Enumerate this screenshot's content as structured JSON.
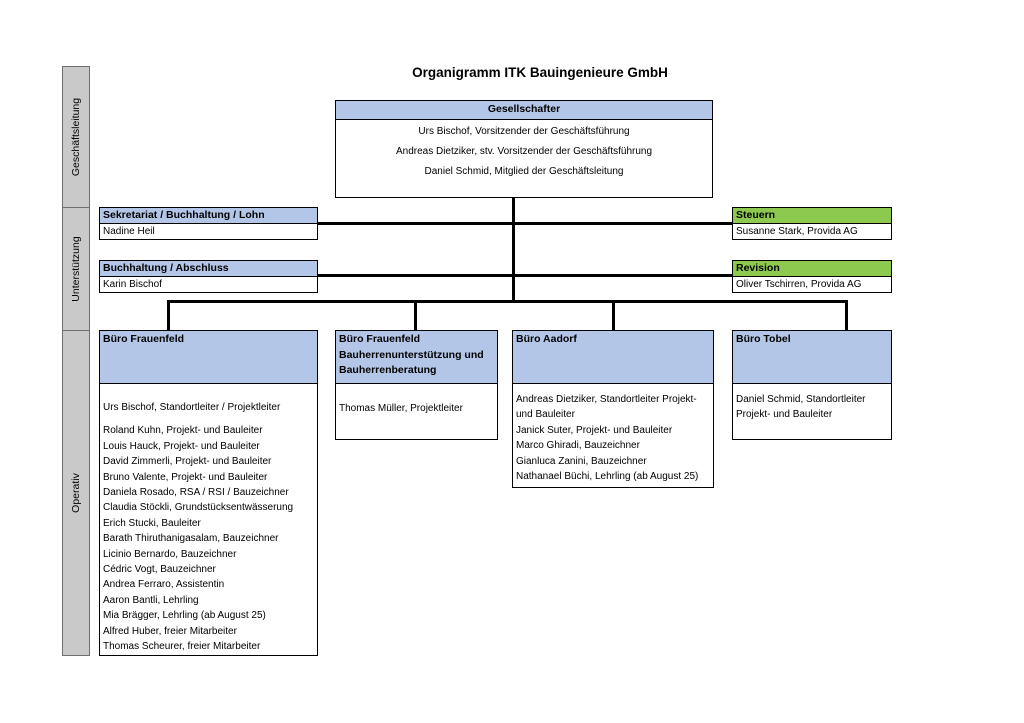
{
  "title": "Organigramm ITK Bauingenieure GmbH",
  "sidebar": {
    "geschaeftsleitung": "Geschäftsleitung",
    "unterstuetzung": "Unterstützung",
    "operativ": "Operativ"
  },
  "gesellschafter": {
    "header": "Gesellschafter",
    "members": [
      "Urs Bischof, Vorsitzender der Geschäftsführung",
      "Andreas Dietziker, stv. Vorsitzender der Geschäftsführung",
      "Daniel Schmid, Mitglied der Geschäftsleitung"
    ]
  },
  "support": {
    "sekretariat": {
      "header": "Sekretariat / Buchhaltung / Lohn",
      "name": "Nadine Heil"
    },
    "buchhaltung": {
      "header": "Buchhaltung / Abschluss",
      "name": "Karin Bischof"
    },
    "steuern": {
      "header": "Steuern",
      "name": "Susanne Stark, Provida AG"
    },
    "revision": {
      "header": "Revision",
      "name": "Oliver Tschirren, Provida AG"
    }
  },
  "offices": {
    "frauenfeld": {
      "header": "Büro Frauenfeld",
      "lead": "Urs Bischof, Standortleiter / Projektleiter",
      "staff": [
        "Roland Kuhn, Projekt- und Bauleiter",
        "Louis Hauck, Projekt- und Bauleiter",
        "David Zimmerli, Projekt- und Bauleiter",
        "Bruno Valente, Projekt- und Bauleiter",
        "Daniela Rosado, RSA / RSI / Bauzeichner",
        "Claudia Stöckli, Grundstücksentwässerung",
        "Erich Stucki, Bauleiter",
        "Barath Thiruthanigasalam, Bauzeichner",
        "Licinio Bernardo, Bauzeichner",
        "Cédric Vogt, Bauzeichner",
        "Andrea Ferraro, Assistentin",
        "Aaron Bantli, Lehrling",
        "Mia Brägger, Lehrling (ab August 25)",
        "Alfred Huber, freier Mitarbeiter",
        "Thomas Scheurer, freier Mitarbeiter"
      ]
    },
    "frauenfeld_bhu": {
      "header": "Büro Frauenfeld Bauherrenunterstützung und Bauherrenberatung",
      "lead": "Thomas Müller, Projektleiter"
    },
    "aadorf": {
      "header": "Büro Aadorf",
      "lead": "Andreas Dietziker, Standortleiter Projekt- und Bauleiter",
      "staff": [
        "Janick Suter, Projekt- und Bauleiter",
        "Marco Ghiradi, Bauzeichner",
        "Gianluca Zanini, Bauzeichner",
        "Nathanael Büchi, Lehrling (ab August 25)"
      ]
    },
    "tobel": {
      "header": "Büro Tobel",
      "lead": "Daniel Schmid, Standortleiter Projekt- und Bauleiter"
    }
  },
  "colors": {
    "header_blue": "#b4c6e7",
    "header_green": "#8dc94e",
    "sidebar_gray": "#c9c9c9"
  }
}
